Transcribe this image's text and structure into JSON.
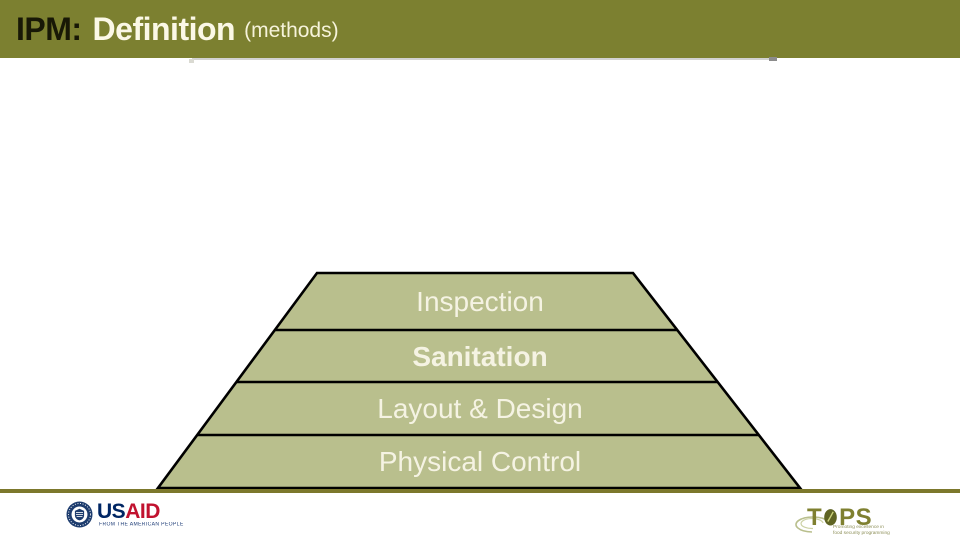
{
  "slide": {
    "title": {
      "prefix": "IPM:",
      "emphasis": "Definition",
      "suffix": "(methods)"
    },
    "pyramid": {
      "type": "layered-trapezoid",
      "layers": [
        {
          "label": "Inspection"
        },
        {
          "label": "Sanitation"
        },
        {
          "label": "Layout & Design"
        },
        {
          "label": "Physical Control"
        }
      ]
    },
    "footer": {
      "usaid": {
        "wordmark_us": "US",
        "wordmark_aid": "AID",
        "tagline": "FROM THE AMERICAN PEOPLE",
        "seal_icon": "usaid-seal-icon"
      },
      "tops": {
        "wordmark_t": "T",
        "wordmark_ps": "PS",
        "leaf_icon": "tops-leaf-icon",
        "swirl_icon": "tops-swirl-icon",
        "tagline_line1": "Promoting excellence in",
        "tagline_line2": "food security programming"
      }
    },
    "colors": {
      "title_bar_olive": "#7c8030",
      "accent_line_olive": "#7c782c",
      "pyramid_fill": "#b9bf8d",
      "pyramid_border": "#000000",
      "pyramid_text_cream": "#f5f3e3",
      "title_text_cream": "#fbf8e6",
      "title_text_dark": "#181806",
      "usaid_navy": "#002664",
      "usaid_red": "#c1122f",
      "tops_olive": "#7f8030"
    }
  }
}
